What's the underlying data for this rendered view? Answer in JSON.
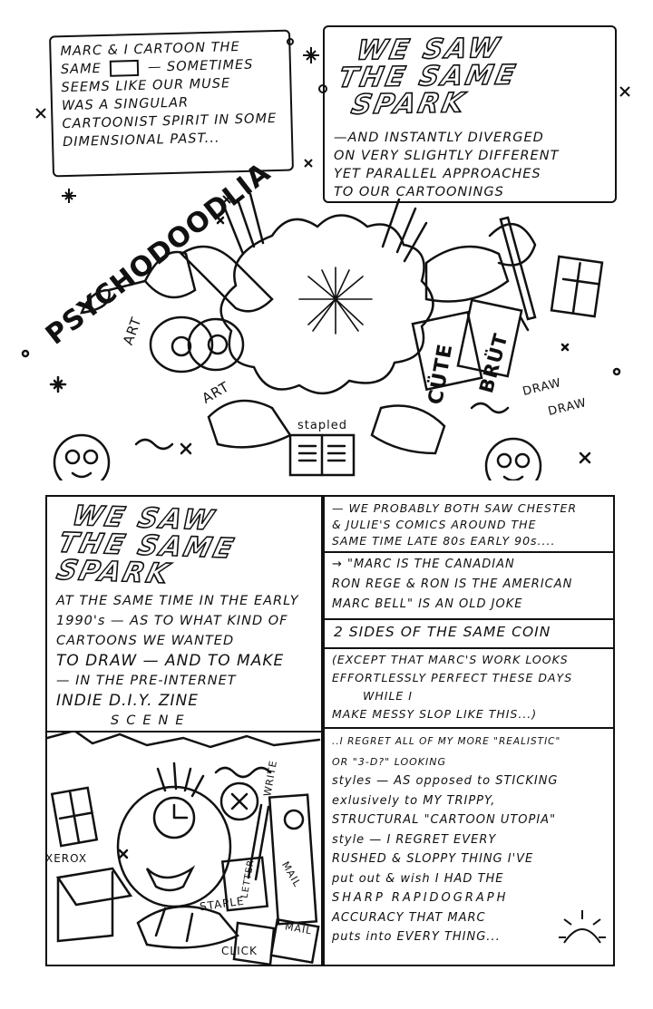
{
  "panels": {
    "intro": {
      "lines": [
        "MARC & I CARTOON THE",
        "SAME",
        "— SOMETIMES",
        "SEEMS LIKE OUR MUSE",
        "WAS A SINGULAR",
        "CARTOONIST SPIRIT IN SOME",
        "DIMENSIONAL PAST..."
      ]
    },
    "spark1": {
      "title_lines": [
        "WE SAW",
        "THE SAME",
        "SPARK"
      ],
      "body_lines": [
        "—AND INSTANTLY DIVERGED",
        "ON VERY SLIGHTLY DIFFERENT",
        "YET PARALLEL APPROACHES",
        "TO OUR CARTOONINGS"
      ]
    },
    "middle": {
      "psycho": "PSYCHODOODLIA",
      "art1": "ART",
      "art2": "ART",
      "cute": "CÜTE",
      "brut": "BRÜT",
      "draw1": "DRAW",
      "draw2": "DRAW",
      "stapled": "stapled"
    },
    "spark2": {
      "title_lines": [
        "WE SAW",
        "THE SAME",
        "SPARK"
      ],
      "body_lines": [
        "AT THE SAME TIME IN THE EARLY",
        "1990's — AS TO WHAT KIND OF",
        "CARTOONS WE WANTED",
        "TO DRAW — AND TO MAKE",
        "— IN THE PRE-INTERNET",
        "INDIE D.I.Y. ZINE",
        "SCENE"
      ]
    },
    "right": {
      "chester_lines": [
        "— WE PROBABLY BOTH SAW CHESTER",
        "& JULIE'S COMICS AROUND THE",
        "SAME TIME LATE 80s EARLY 90s...."
      ],
      "joke_lines": [
        "→ \"MARC IS THE CANADIAN",
        "RON REGE & RON IS THE AMERICAN",
        "MARC BELL\" IS AN OLD JOKE"
      ],
      "coin": "2 SIDES OF THE SAME COIN",
      "except_lines": [
        "(EXCEPT THAT MARC'S WORK LOOKS",
        "EFFORTLESSLY PERFECT THESE DAYS",
        "WHILE I",
        "MAKE MESSY SLOP LIKE THIS...)"
      ],
      "regret_lines": [
        "..I REGRET ALL OF MY MORE \"REALISTIC\"",
        "OR \"3-D?\" LOOKING",
        "styles — AS opposed to STICKING",
        "exlusively to MY TRIPPY,",
        "STRUCTURAL \"CARTOON UTOPIA\"",
        "style — I REGRET EVERY",
        "RUSHED & SLOPPY THING I'VE",
        "put out & wish I HAD THE",
        "SHARP RAPIDOGRAPH",
        "ACCURACY THAT MARC",
        "puts into EVERY THING..."
      ]
    },
    "bottom_left": {
      "xerox": "XEROX",
      "write": "WRITE",
      "letter": "LETTER",
      "mail1": "MAIL",
      "mail2": "MAIL",
      "staple": "STAPLE",
      "click": "CLICK"
    }
  }
}
